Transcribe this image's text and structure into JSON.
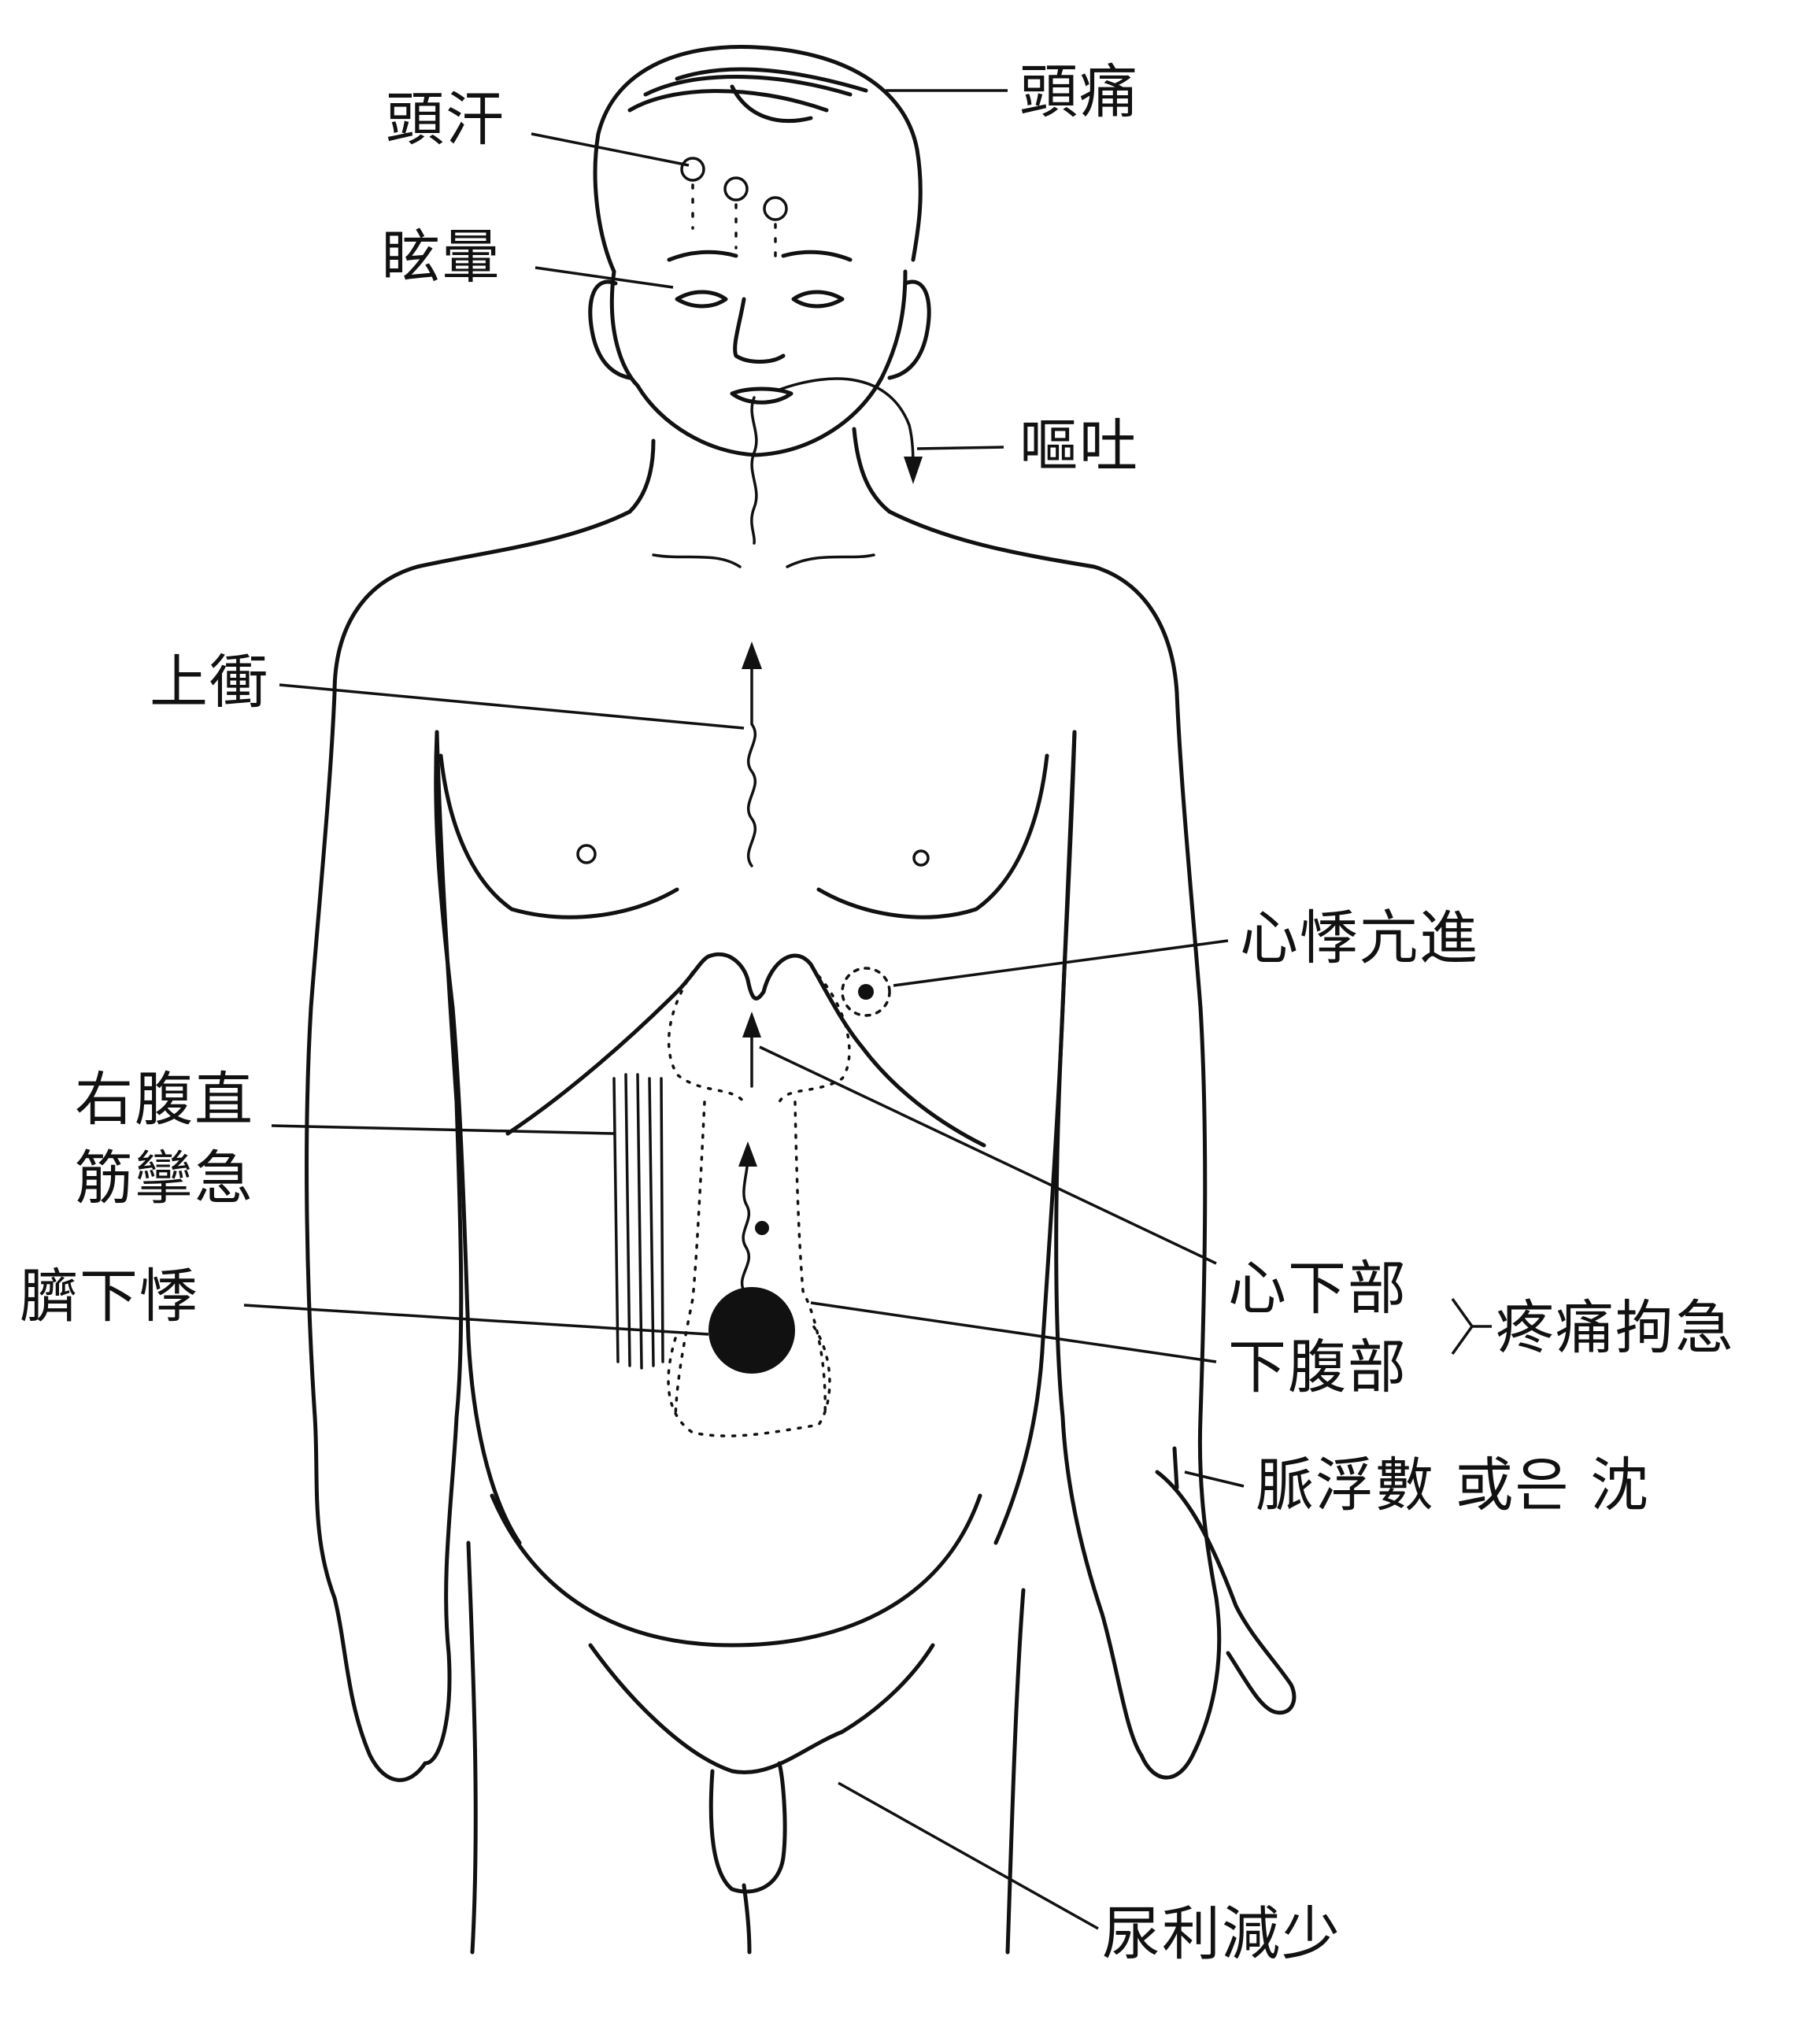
{
  "labels": {
    "head_sweat": "頭汗",
    "headache": "頭痛",
    "dizziness": "眩暈",
    "vomiting": "嘔吐",
    "upward_rush": "上衝",
    "palpitation": "心悸亢進",
    "right_rectus_1": "右腹直",
    "right_rectus_2": "筋攣急",
    "subumbilical_palp": "臍下悸",
    "epigastric": "心下部",
    "lower_abdomen": "下腹部",
    "pain_spasm": "疼痛拘急",
    "pulse": "脈浮數 或은 沈",
    "reduced_urine": "尿利減少"
  },
  "colors": {
    "ink": "#111111",
    "paper": "#ffffff"
  }
}
